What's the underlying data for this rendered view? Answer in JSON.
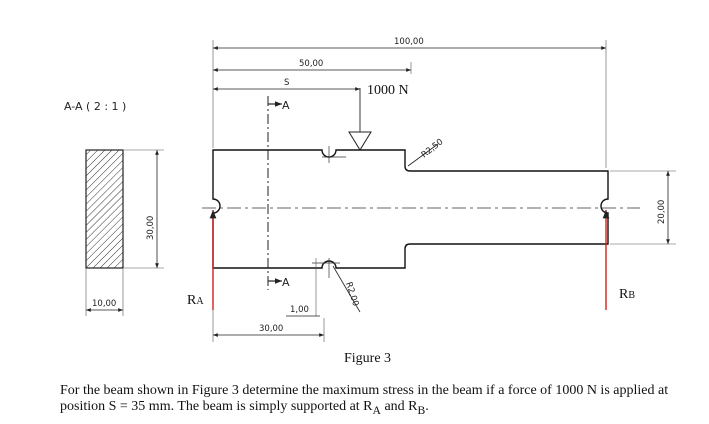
{
  "section": {
    "title": "A-A ( 2 : 1 )",
    "width": "10,00",
    "height": "30,00"
  },
  "dims": {
    "overall_length": "100,00",
    "half_length": "50,00",
    "load_position": "S",
    "right_height": "20,00",
    "bottom_length": "30,00",
    "notch_depth": "1,00",
    "notch_radius": "R2,00",
    "fillet_radius": "R2,50"
  },
  "load": {
    "label": "1000 N"
  },
  "cut": {
    "top": "A",
    "bottom": "A"
  },
  "supports": {
    "left": {
      "base": "R",
      "sub": "A"
    },
    "right": {
      "base": "R",
      "sub": "B"
    }
  },
  "figure_label": "Figure 3",
  "caption": {
    "p1": "For the beam shown in Figure 3 determine the maximum stress in the beam if a force of 1000 N is applied at position S = 35 mm.  The beam is simply supported at R",
    "sub_a": "A",
    "p2": " and R",
    "sub_b": "B",
    "p3": "."
  }
}
